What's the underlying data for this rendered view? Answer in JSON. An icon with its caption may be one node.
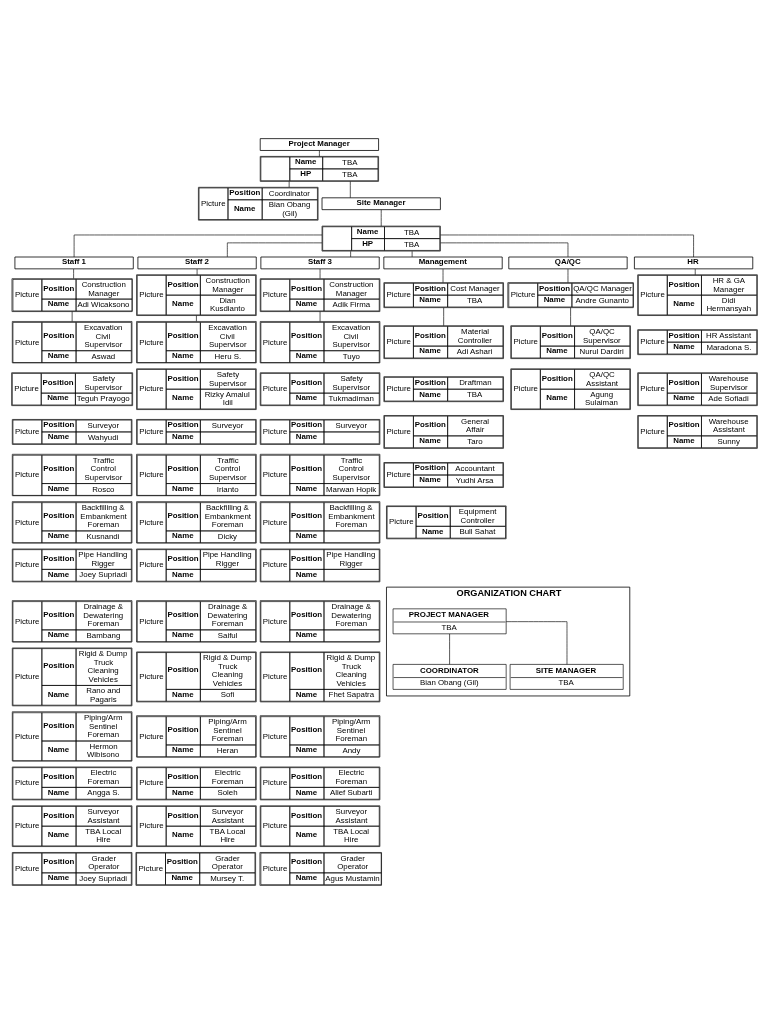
{
  "diagram": {
    "nodes": [
      {
        "text": [
          "Project Manager"
        ]
      },
      {
        "text": [
          "Name",
          "TBA",
          "HP",
          "TBA"
        ]
      },
      {
        "text": [
          "Picture",
          "Position",
          "Coordinator",
          "Name",
          "Bian Obang (Gil)"
        ]
      },
      {
        "text": [
          "Site Manager"
        ]
      },
      {
        "text": [
          "Name",
          "TBA",
          "HP",
          "TBA"
        ]
      },
      {
        "text": [
          "Staff 1"
        ]
      },
      {
        "text": [
          "Picture",
          "Position",
          "Construction Manager",
          "Name",
          "Adi Wicaksono"
        ]
      },
      {
        "text": [
          "Picture",
          "Position",
          "Excavation Civil Supervisor",
          "Name",
          "Aswad"
        ]
      },
      {
        "text": [
          "Picture",
          "Position",
          "Safety Supervisor",
          "Name",
          "Teguh Prayogo"
        ]
      },
      {
        "text": [
          "Picture",
          "Position",
          "Surveyor",
          "Name",
          "Wahyudi"
        ]
      },
      {
        "text": [
          "Picture",
          "Position",
          "Traffic Control Supervisor",
          "Name",
          "Rosco"
        ]
      },
      {
        "text": [
          "Picture",
          "Position",
          "Backfilling & Embankment Foreman",
          "Name",
          "Kusnandi"
        ]
      },
      {
        "text": [
          "Picture",
          "Position",
          "Pipe Handling Rigger",
          "Name",
          "Joey Supriadi"
        ]
      },
      {
        "text": [
          "Picture",
          "Position",
          "Drainage & Dewatering Foreman",
          "Name",
          "Bambang"
        ]
      },
      {
        "text": [
          "Picture",
          "Position",
          "Rigid & Dump Truck Cleaning Vehicles",
          "Name",
          "Rano and Pagaris"
        ]
      },
      {
        "text": [
          "Picture",
          "Position",
          "Piping/Arm Sentinel Foreman",
          "Name",
          "Hermon Wibisono"
        ]
      },
      {
        "text": [
          "Picture",
          "Position",
          "Electric Foreman",
          "Name",
          "Angga S."
        ]
      },
      {
        "text": [
          "Picture",
          "Position",
          "Surveyor Assistant",
          "Name",
          "TBA Local Hire"
        ]
      },
      {
        "text": [
          "Picture",
          "Position",
          "Grader Operator",
          "Name",
          "Joey Supriadi"
        ]
      },
      {
        "text": [
          "Staff 2"
        ]
      },
      {
        "text": [
          "Picture",
          "Position",
          "Construction Manager",
          "Name",
          "Dian Kusdianto"
        ]
      },
      {
        "text": [
          "Picture",
          "Position",
          "Excavation Civil Supervisor",
          "Name",
          "Heru S."
        ]
      },
      {
        "text": [
          "Picture",
          "Position",
          "Safety Supervisor",
          "Name",
          "Rizky Amalul Idil"
        ]
      },
      {
        "text": [
          "Picture",
          "Position",
          "Surveyor",
          "Name"
        ]
      },
      {
        "text": [
          "Picture",
          "Position",
          "Traffic Control Supervisor",
          "Name",
          "Irianto"
        ]
      },
      {
        "text": [
          "Picture",
          "Position",
          "Backfilling & Embankment Foreman",
          "Name",
          "Dicky"
        ]
      },
      {
        "text": [
          "Picture",
          "Position",
          "Pipe Handling Rigger",
          "Name"
        ]
      },
      {
        "text": [
          "Picture",
          "Position",
          "Drainage & Dewatering Foreman",
          "Name",
          "Saiful"
        ]
      },
      {
        "text": [
          "Picture",
          "Position",
          "Rigid & Dump Truck Cleaning Vehicles",
          "Name",
          "Sofi"
        ]
      },
      {
        "text": [
          "Picture",
          "Position",
          "Piping/Arm Sentinel Foreman",
          "Name",
          "Heran"
        ]
      },
      {
        "text": [
          "Picture",
          "Position",
          "Electric Foreman",
          "Name",
          "Soleh"
        ]
      },
      {
        "text": [
          "Picture",
          "Position",
          "Surveyor Assistant",
          "Name",
          "TBA Local Hire"
        ]
      },
      {
        "text": [
          "Picture",
          "Position",
          "Grader Operator",
          "Name",
          "Mursey T."
        ]
      },
      {
        "text": [
          "Staff 3"
        ]
      },
      {
        "text": [
          "Picture",
          "Position",
          "Construction Manager",
          "Name",
          "Adik Firma"
        ]
      },
      {
        "text": [
          "Picture",
          "Position",
          "Excavation Civil Supervisor",
          "Name",
          "Tuyo"
        ]
      },
      {
        "text": [
          "Picture",
          "Position",
          "Safety Supervisor",
          "Name",
          "Tukmadiman"
        ]
      },
      {
        "text": [
          "Picture",
          "Position",
          "Surveyor",
          "Name"
        ]
      },
      {
        "text": [
          "Picture",
          "Position",
          "Traffic Control Supervisor",
          "Name",
          "Marwan Hopik"
        ]
      },
      {
        "text": [
          "Picture",
          "Position",
          "Backfilling & Embankment Foreman",
          "Name"
        ]
      },
      {
        "text": [
          "Picture",
          "Position",
          "Pipe Handling Rigger",
          "Name"
        ]
      },
      {
        "text": [
          "Picture",
          "Position",
          "Drainage & Dewatering Foreman",
          "Name"
        ]
      },
      {
        "text": [
          "Picture",
          "Position",
          "Rigid & Dump Truck Cleaning Vehicles",
          "Name",
          "Fhet Sapatra"
        ]
      },
      {
        "text": [
          "Picture",
          "Position",
          "Piping/Arm Sentinel Foreman",
          "Name",
          "Andy"
        ]
      },
      {
        "text": [
          "Picture",
          "Position",
          "Electric Foreman",
          "Name",
          "Alief Subarti"
        ]
      },
      {
        "text": [
          "Picture",
          "Position",
          "Surveyor Assistant",
          "Name",
          "TBA Local Hire"
        ]
      },
      {
        "text": [
          "Picture",
          "Position",
          "Grader Operator",
          "Name",
          "Agus Mustamin"
        ]
      },
      {
        "text": [
          "Management"
        ]
      },
      {
        "text": [
          "Picture",
          "Position",
          "Cost Manager",
          "Name",
          "TBA"
        ]
      },
      {
        "text": [
          "Picture",
          "Position",
          "Material Controller",
          "Name",
          "Adi Ashari"
        ]
      },
      {
        "text": [
          "Picture",
          "Position",
          "Draftman",
          "Name",
          "TBA"
        ]
      },
      {
        "text": [
          "Picture",
          "Position",
          "General Affair",
          "Name",
          "Taro"
        ]
      },
      {
        "text": [
          "Picture",
          "Position",
          "Accountant",
          "Name",
          "Yudhi Arsa"
        ]
      },
      {
        "text": [
          "Picture",
          "Position",
          "Equipment Controller",
          "Name",
          "Bull Sahat"
        ]
      },
      {
        "text": [
          "QA/QC"
        ]
      },
      {
        "text": [
          "Picture",
          "Position",
          "QA/QC Manager",
          "Name",
          "Andre Gunanto"
        ]
      },
      {
        "text": [
          "Picture",
          "Position",
          "QA/QC Supervisor",
          "Name",
          "Nurul Dardiri"
        ]
      },
      {
        "text": [
          "Picture",
          "Position",
          "QA/QC Assistant",
          "Name",
          "Agung Sulaiman"
        ]
      },
      {
        "text": [
          "HR"
        ]
      },
      {
        "text": [
          "Picture",
          "Position",
          "HR & GA Manager",
          "Name",
          "Didi Hermansyah"
        ]
      },
      {
        "text": [
          "Picture",
          "Position",
          "HR Assistant",
          "Name",
          "Maradona S."
        ]
      },
      {
        "text": [
          "Picture",
          "Position",
          "Warehouse Supervisor",
          "Name",
          "Ade Sofiadi"
        ]
      },
      {
        "text": [
          "Picture",
          "Position",
          "Warehouse Assistant",
          "Name",
          "Sunny"
        ]
      },
      {
        "text": [
          "ORGANIZATION CHART"
        ]
      },
      {
        "text": [
          "PROJECT MANAGER",
          "TBA"
        ],
        "in": 63
      },
      {
        "text": [
          "COORDINATOR",
          "Bian Obang (Gil)"
        ],
        "in": 63
      },
      {
        "text": [
          "SITE MANAGER",
          "TBA"
        ],
        "in": 63
      }
    ],
    "edges": [
      {
        "from": 0,
        "to": 1,
        "arrow": "none"
      },
      {
        "from": 1,
        "to": 2,
        "arrow": "none"
      },
      {
        "from": 1,
        "to": 3,
        "arrow": "none"
      },
      {
        "from": 3,
        "to": 4,
        "arrow": "none"
      },
      {
        "from": 4,
        "to": 5,
        "arrow": "none"
      },
      {
        "from": 4,
        "to": 19,
        "arrow": "none"
      },
      {
        "from": 4,
        "to": 33,
        "arrow": "none"
      },
      {
        "from": 4,
        "to": 47,
        "arrow": "none"
      },
      {
        "from": 4,
        "to": 54,
        "arrow": "none"
      },
      {
        "from": 4,
        "to": 58,
        "arrow": "none"
      },
      {
        "from": 5,
        "to": 6,
        "arrow": "none"
      },
      {
        "from": 6,
        "to": 7,
        "arrow": "none"
      },
      {
        "from": 19,
        "to": 20,
        "arrow": "none"
      },
      {
        "from": 20,
        "to": 21,
        "arrow": "none"
      },
      {
        "from": 33,
        "to": 34,
        "arrow": "none"
      },
      {
        "from": 34,
        "to": 35,
        "arrow": "none"
      },
      {
        "from": 47,
        "to": 48,
        "arrow": "none"
      },
      {
        "from": 48,
        "to": 49,
        "arrow": "none"
      },
      {
        "from": 54,
        "to": 55,
        "arrow": "none"
      },
      {
        "from": 55,
        "to": 56,
        "arrow": "none"
      },
      {
        "from": 58,
        "to": 59,
        "arrow": "none"
      },
      {
        "from": 64,
        "to": 65,
        "arrow": "none"
      },
      {
        "from": 64,
        "to": 66,
        "arrow": "none"
      }
    ]
  }
}
